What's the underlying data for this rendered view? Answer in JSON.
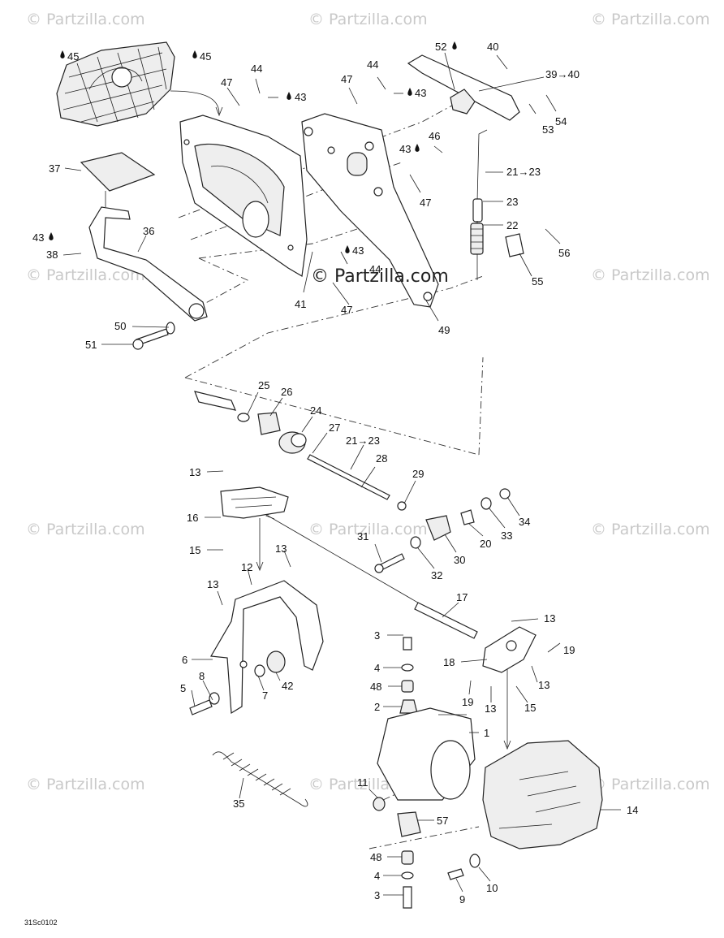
{
  "watermark": "Partzilla.com",
  "watermark_center": "Partzilla.com",
  "diagram_code": "31Sc0102",
  "icons": {
    "copyright": "©",
    "drop": "drop-icon",
    "arrow": "→"
  },
  "labels": {
    "l45a": "45",
    "l45b": "45",
    "l44a": "44",
    "l47a": "47",
    "l43a": "43",
    "l47b": "47",
    "l44b": "44",
    "l43b": "43",
    "l52": "52",
    "l40": "40",
    "l39": "39→40",
    "l53": "53",
    "l54": "54",
    "l46": "46",
    "l43c": "43",
    "l47c": "47",
    "l21a": "21→23",
    "l23": "23",
    "l22": "22",
    "l56": "56",
    "l55": "55",
    "l37": "37",
    "l43d": "43",
    "l38": "38",
    "l36": "36",
    "l43e": "43",
    "l44c": "44",
    "l41": "41",
    "l47d": "47",
    "l49": "49",
    "l50": "50",
    "l51": "51",
    "l25": "25",
    "l26": "26",
    "l24": "24",
    "l27": "27",
    "l21b": "21→23",
    "l28": "28",
    "l29": "29",
    "l13a": "13",
    "l16": "16",
    "l15a": "15",
    "l31": "31",
    "l20": "20",
    "l33": "33",
    "l34": "34",
    "l30": "30",
    "l32": "32",
    "l12": "12",
    "l13b": "13",
    "l13c": "13",
    "l17": "17",
    "l13d": "13",
    "l19a": "19",
    "l3a": "3",
    "l18": "18",
    "l4a": "4",
    "l19b": "19",
    "l13e": "13",
    "l13f": "13",
    "l15b": "15",
    "l48a": "48",
    "l2": "2",
    "l1": "1",
    "l6": "6",
    "l8": "8",
    "l5": "5",
    "l7": "7",
    "l42": "42",
    "l35": "35",
    "l11": "11",
    "l57": "57",
    "l14": "14",
    "l48b": "48",
    "l4b": "4",
    "l9": "9",
    "l10": "10",
    "l3b": "3"
  }
}
